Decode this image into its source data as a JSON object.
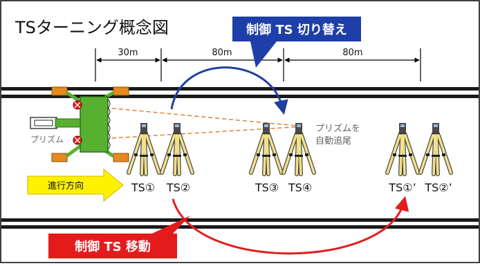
{
  "title": "TSターニング概念図",
  "callouts": {
    "switch": "制御 TS 切り替え",
    "move": "制御 TS 移動"
  },
  "dimensions": [
    "30m",
    "80m",
    "80m"
  ],
  "prism_label": "プリズム",
  "auto_track_label": [
    "プリズムを",
    "自動追尾"
  ],
  "direction_label": "進行方向",
  "ts_labels": {
    "ts1": "TS①",
    "ts2": "TS②",
    "ts3": "TS③",
    "ts4": "TS④",
    "ts1_new": "TS①’",
    "ts2_new": "TS②’"
  },
  "colors": {
    "blue_arrow": "#1f3fa0",
    "red_arrow": "#e41b1b",
    "callout_blue": "#1e3fa8",
    "callout_red": "#e41b1b",
    "machine_green": "#58b030",
    "tripod_yellow": "#f2e08a",
    "direction_yellow": "#fff200",
    "prism_orange": "#e48a1e"
  }
}
